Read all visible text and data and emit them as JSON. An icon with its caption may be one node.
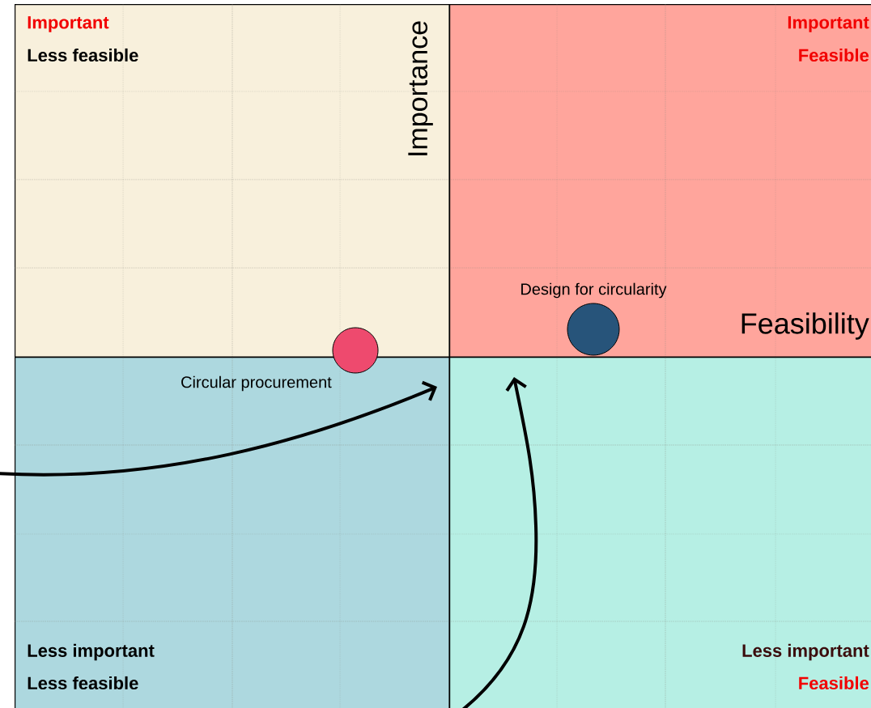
{
  "diagram": {
    "nodes": [
      {
        "text": [
          "Important",
          "Less feasible"
        ]
      },
      {
        "text": [
          "Important",
          "Feasible"
        ]
      },
      {
        "text": [
          "Less important",
          "Less feasible"
        ]
      },
      {
        "text": [
          "Less important",
          "Feasible"
        ]
      },
      {
        "text": [],
        "shape": "circle",
        "beside": [
          "Circular procurement"
        ]
      },
      {
        "text": [],
        "shape": "circle",
        "beside": [
          "Design for circularity"
        ],
        "in": 1
      }
    ],
    "labels": [
      "Importance",
      "Feasibility"
    ]
  }
}
